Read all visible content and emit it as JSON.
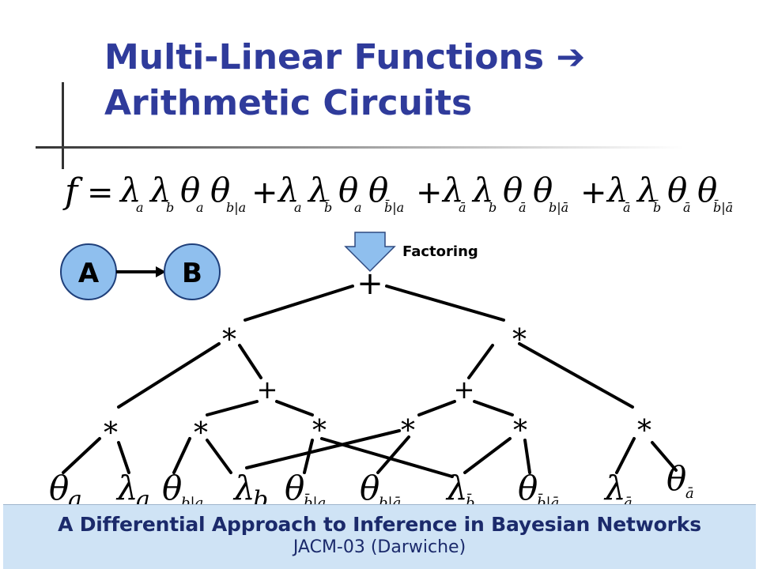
{
  "slide": {
    "title_line1": "Multi-Linear Functions ➔",
    "title_line2": "Arithmetic Circuits",
    "title_color": "#2f3b9b"
  },
  "formula": {
    "lhs": "f",
    "equals": "=",
    "terms": [
      {
        "lambda_a": "a",
        "lambda_b": "b",
        "theta_a": "a",
        "theta_b": "b|a"
      },
      {
        "lambda_a": "a",
        "lambda_b": "b̄",
        "theta_a": "a",
        "theta_b": "b̄|a"
      },
      {
        "lambda_a": "ā",
        "lambda_b": "b",
        "theta_a": "ā",
        "theta_b": "b|ā"
      },
      {
        "lambda_a": "ā",
        "lambda_b": "b̄",
        "theta_a": "ā",
        "theta_b": "b̄|ā"
      }
    ]
  },
  "network": {
    "node_a": "A",
    "node_b": "B",
    "node_color": "#8fbfee"
  },
  "factoring_label": "Factoring",
  "arrow_color": "#8fbfee",
  "circuit": {
    "root": "+",
    "level1": [
      "*",
      "*"
    ],
    "level2": [
      "+",
      "+"
    ],
    "level3": [
      "*",
      "*",
      "*",
      "*",
      "*",
      "*"
    ],
    "leaves": [
      {
        "symbol": "θ",
        "sub": "a"
      },
      {
        "symbol": "λ",
        "sub": "a"
      },
      {
        "symbol": "θ",
        "sub": "b|a"
      },
      {
        "symbol": "λ",
        "sub": "b"
      },
      {
        "symbol": "θ",
        "sub": "b̄|a"
      },
      {
        "symbol": "θ",
        "sub": "b|ā"
      },
      {
        "symbol": "λ",
        "sub": "b̄"
      },
      {
        "symbol": "θ",
        "sub": "b̄|ā"
      },
      {
        "symbol": "λ",
        "sub": "ā"
      },
      {
        "symbol": "θ",
        "sub": "ā"
      }
    ]
  },
  "footer": {
    "title": "A Differential Approach to Inference in Bayesian Networks",
    "subtitle": "JACM-03 (Darwiche)",
    "background": "#cfe3f5"
  }
}
